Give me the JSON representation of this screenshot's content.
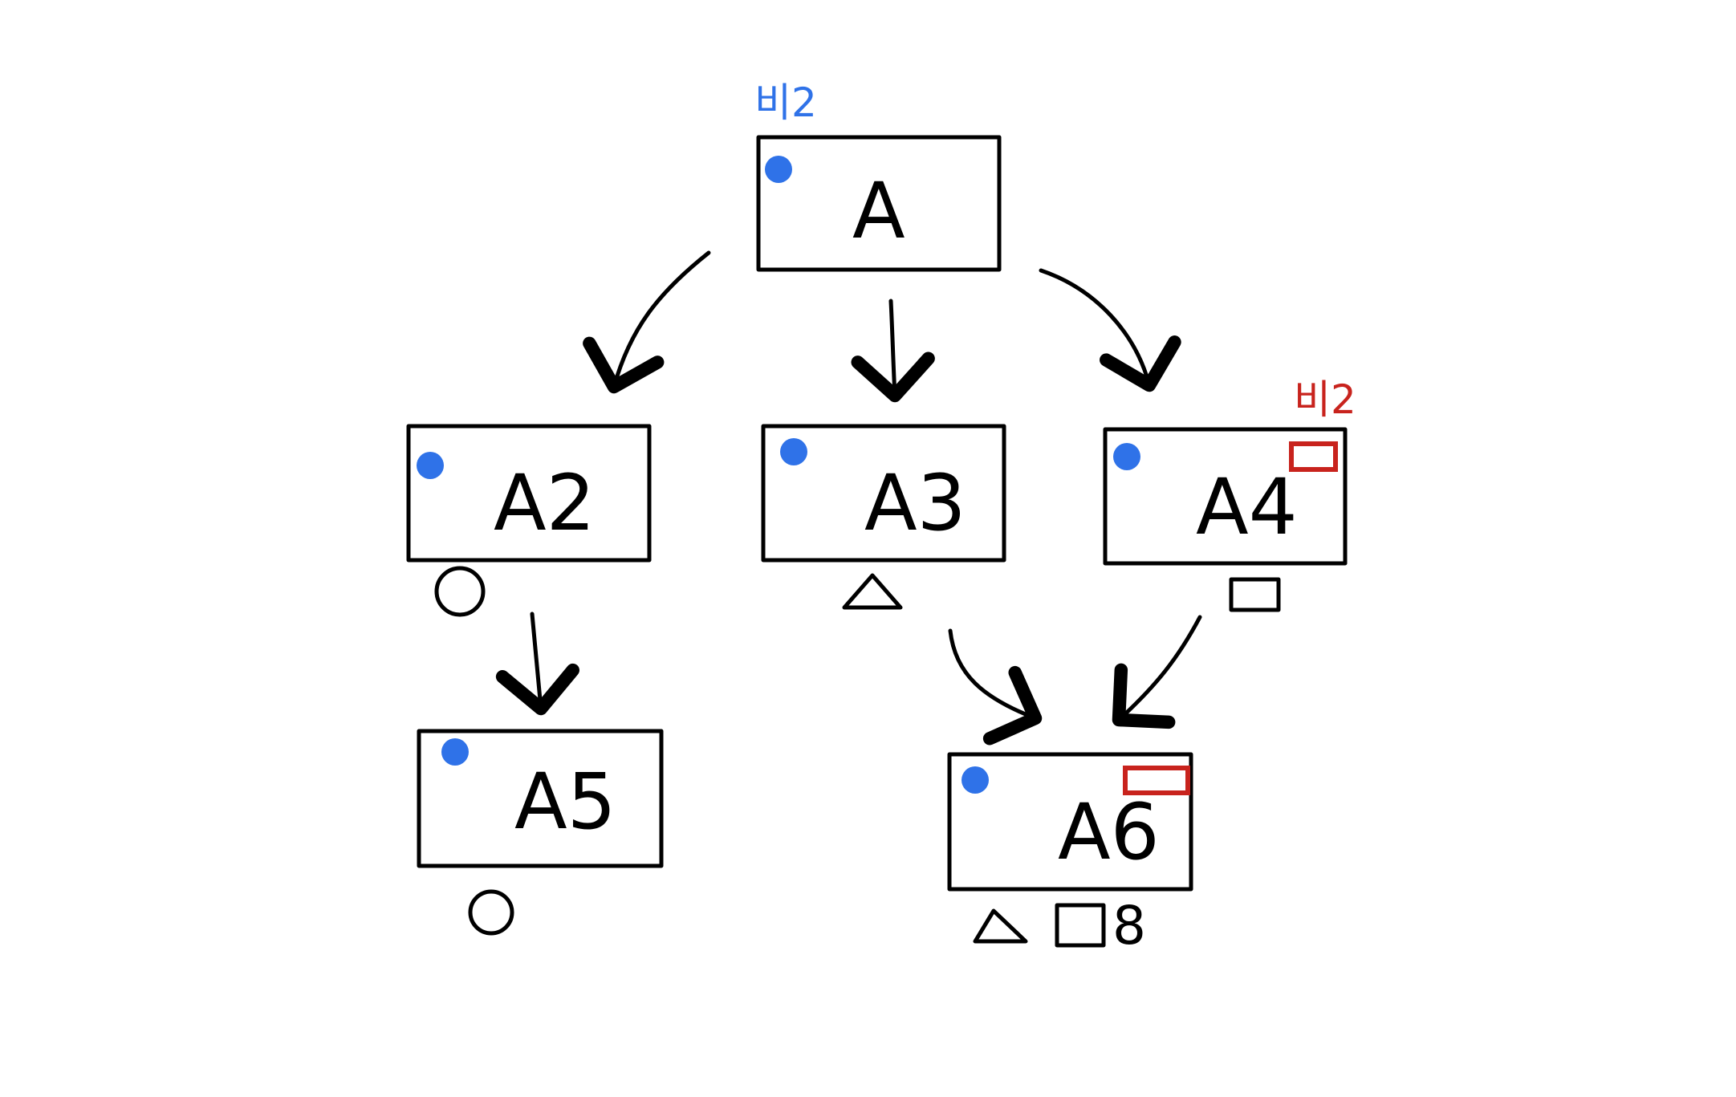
{
  "colors": {
    "ink": "#000000",
    "blue": "#2f72e8",
    "red": "#c8231d",
    "background": "#ffffff"
  },
  "annotations": {
    "top": "비2",
    "a4": "비2"
  },
  "nodes": [
    {
      "id": "A",
      "label": "A"
    },
    {
      "id": "A2",
      "label": "A2"
    },
    {
      "id": "A3",
      "label": "A3"
    },
    {
      "id": "A4",
      "label": "A4"
    },
    {
      "id": "A5",
      "label": "A5"
    },
    {
      "id": "A6",
      "label": "A6"
    }
  ],
  "marks": {
    "a6_number": "8"
  },
  "icons": [
    "blue-dot-icon",
    "red-rectangle-icon",
    "circle-icon",
    "triangle-icon",
    "square-icon",
    "arrow-icon"
  ]
}
